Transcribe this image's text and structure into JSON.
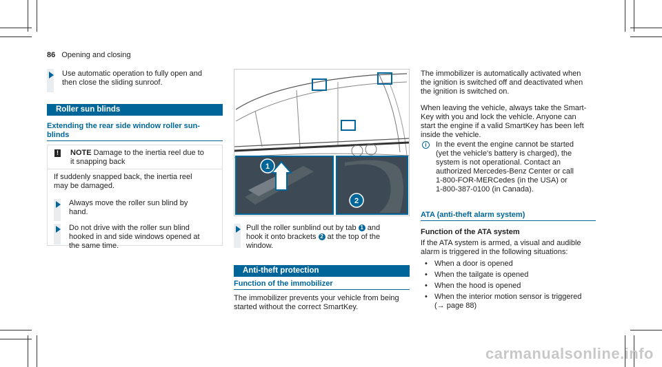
{
  "header": {
    "page_number": "86",
    "section": "Opening and closing"
  },
  "left": {
    "step1": [
      "Use automatic operation to fully open and",
      "then close the sliding sunroof."
    ],
    "bar_title": "Roller sun blinds",
    "subheading": [
      "Extending the rear side window roller sun-",
      "blinds"
    ],
    "note_label": "NOTE",
    "note_head": [
      "Damage to the inertia reel due to",
      "it snapping back"
    ],
    "note_body": [
      "If suddenly snapped back, the inertia reel",
      "may be damaged."
    ],
    "step2": [
      "Always move the roller sun blind by",
      "hand."
    ],
    "step3": [
      "Do not drive with the roller sun blind",
      "hooked in and side windows opened at",
      "the same time."
    ]
  },
  "middle": {
    "step_pull": {
      "a": "Pull the roller sunblind out by tab",
      "b": "and",
      "c": "hook it onto brackets",
      "d": "at the top of the",
      "e": "window.",
      "badge1": "1",
      "badge2": "2"
    },
    "bar_title": "Anti-theft protection",
    "subheading": "Function of the immobilizer",
    "body": [
      "The immobilizer prevents your vehicle from being",
      "started without the correct SmartKey."
    ],
    "figure": {
      "callout1": "1",
      "callout2": "2"
    }
  },
  "right": {
    "para1": [
      "The immobilizer is automatically activated when",
      "the ignition is switched off and deactivated when",
      "the ignition is switched on."
    ],
    "para2": [
      "When leaving the vehicle, always take the Smart-",
      "Key with you and lock the vehicle. Anyone can",
      "start the engine if a valid SmartKey has been left",
      "inside the vehicle."
    ],
    "info_icon": "info-icon",
    "info": [
      "In the event the engine cannot be started",
      "(yet the vehicle's battery is charged), the",
      "system is not operational. Contact an",
      "authorized Mercedes-Benz Center or call",
      "1-800-FOR-MERCedes (in the USA) or",
      "1-800-387-0100 (in Canada)."
    ],
    "subheading": "ATA (anti-theft alarm system)",
    "function_heading": "Function of the ATA system",
    "function_body": [
      "If the ATA system is armed, a visual and audible",
      "alarm is triggered in the following situations:"
    ],
    "bullets": [
      "When a door is opened",
      "When the tailgate is opened",
      "When the hood is opened",
      "When the interior motion sensor is triggered"
    ],
    "bullet_ref": "(→ page 88)"
  },
  "watermark": "carmanualsonline.info",
  "colors": {
    "accent": "#00669a"
  }
}
